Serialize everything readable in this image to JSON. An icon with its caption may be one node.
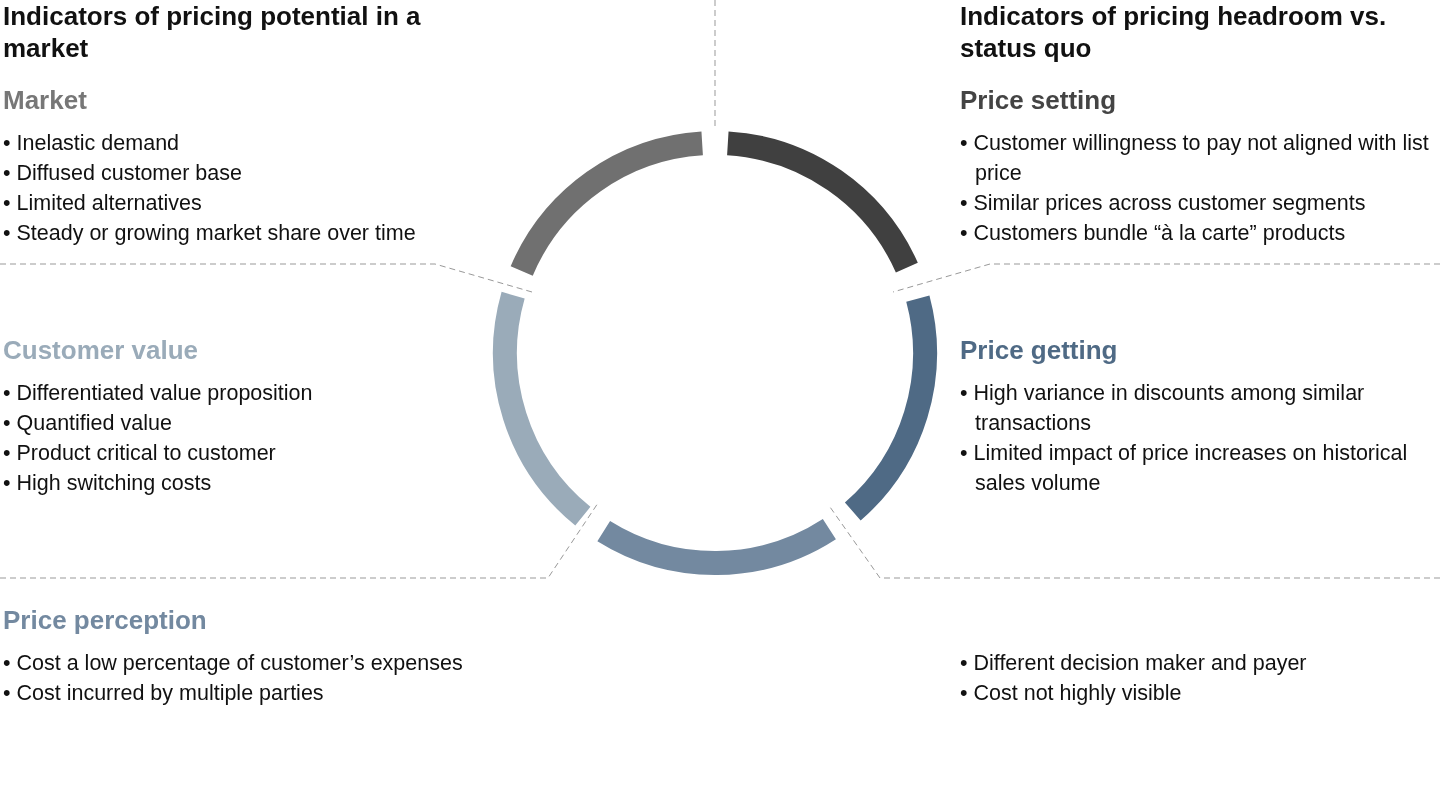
{
  "diagram": {
    "labels": [
      "Indicators of pricing potential in a market",
      "Indicators of pricing headroom vs. status quo",
      "Market",
      "• Inelastic demand",
      "• Diffused customer base",
      "• Limited alternatives",
      "• Steady or growing market share over time",
      "Price setting",
      "• Customer willingness to pay not aligned with list price",
      "• Similar prices across customer segments",
      "• Customers bundle “à la carte” products",
      "Customer value",
      "• Differentiated value proposition",
      "• Quantified value",
      "• Product critical to customer",
      "• High switching costs",
      "Price getting",
      "• High variance in discounts among similar transactions",
      "• Limited impact of price increases on historical sales volume",
      "Price perception",
      "• Cost a low percentage of customer’s expenses",
      "• Cost incurred by multiple parties",
      "• Different decision maker and payer",
      "• Cost not highly visible"
    ]
  }
}
